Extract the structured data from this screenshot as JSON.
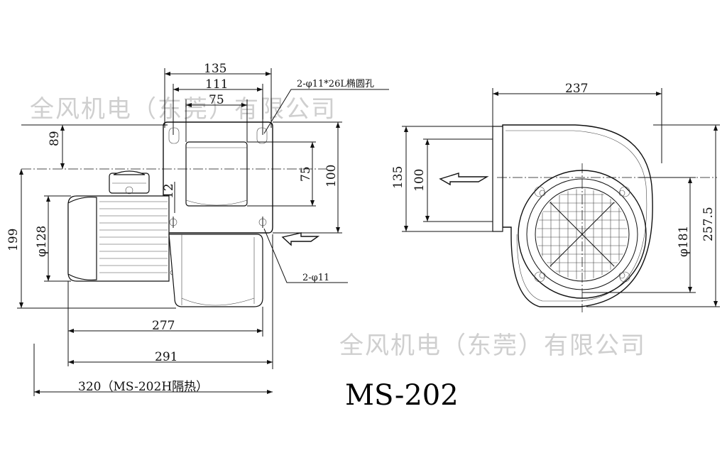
{
  "watermarks": {
    "top": "全风机电（东莞）有限公司",
    "bottom": "全风机电（东莞）有限公司"
  },
  "title": "MS-202",
  "front_view": {
    "dim_width_outer": "135",
    "dim_hole_spacing": "111",
    "dim_outlet_width": "75",
    "dim_top_offset": "89",
    "dim_outlet_height": "75",
    "dim_flange_height": "100",
    "dim_gap": "12",
    "dim_total_height": "199",
    "dim_motor_dia": "φ128",
    "dim_length_277": "277",
    "dim_length_291": "291",
    "dim_length_320": "320（MS-202H隔热）",
    "note_slot_holes": "2-φ11*26L椭圆孔",
    "note_holes": "2-φ11"
  },
  "side_view": {
    "dim_width": "237",
    "dim_outlet_135": "135",
    "dim_outlet_100": "100",
    "dim_inlet_dia": "φ181",
    "dim_height": "257.5"
  }
}
